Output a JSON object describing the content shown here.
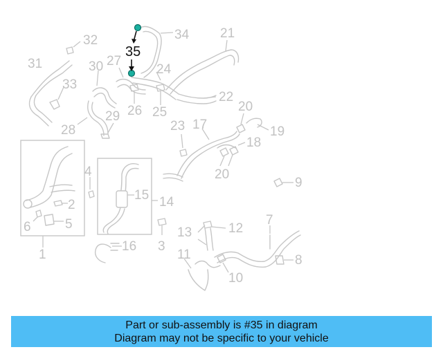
{
  "diagram": {
    "highlight_color": "#1ab0a0",
    "labels": [
      "1",
      "2",
      "3",
      "4",
      "5",
      "6",
      "7",
      "8",
      "9",
      "10",
      "11",
      "12",
      "13",
      "14",
      "15",
      "16",
      "17",
      "18",
      "19",
      "20",
      "20",
      "21",
      "22",
      "23",
      "24",
      "25",
      "26",
      "27",
      "28",
      "29",
      "30",
      "31",
      "32",
      "33",
      "34",
      "35"
    ],
    "highlighted_label": "35"
  },
  "banner": {
    "line1": "Part or sub-assembly is #35 in diagram",
    "line2": "Diagram may not be specific to your vehicle",
    "color": "#4fbdf5"
  }
}
